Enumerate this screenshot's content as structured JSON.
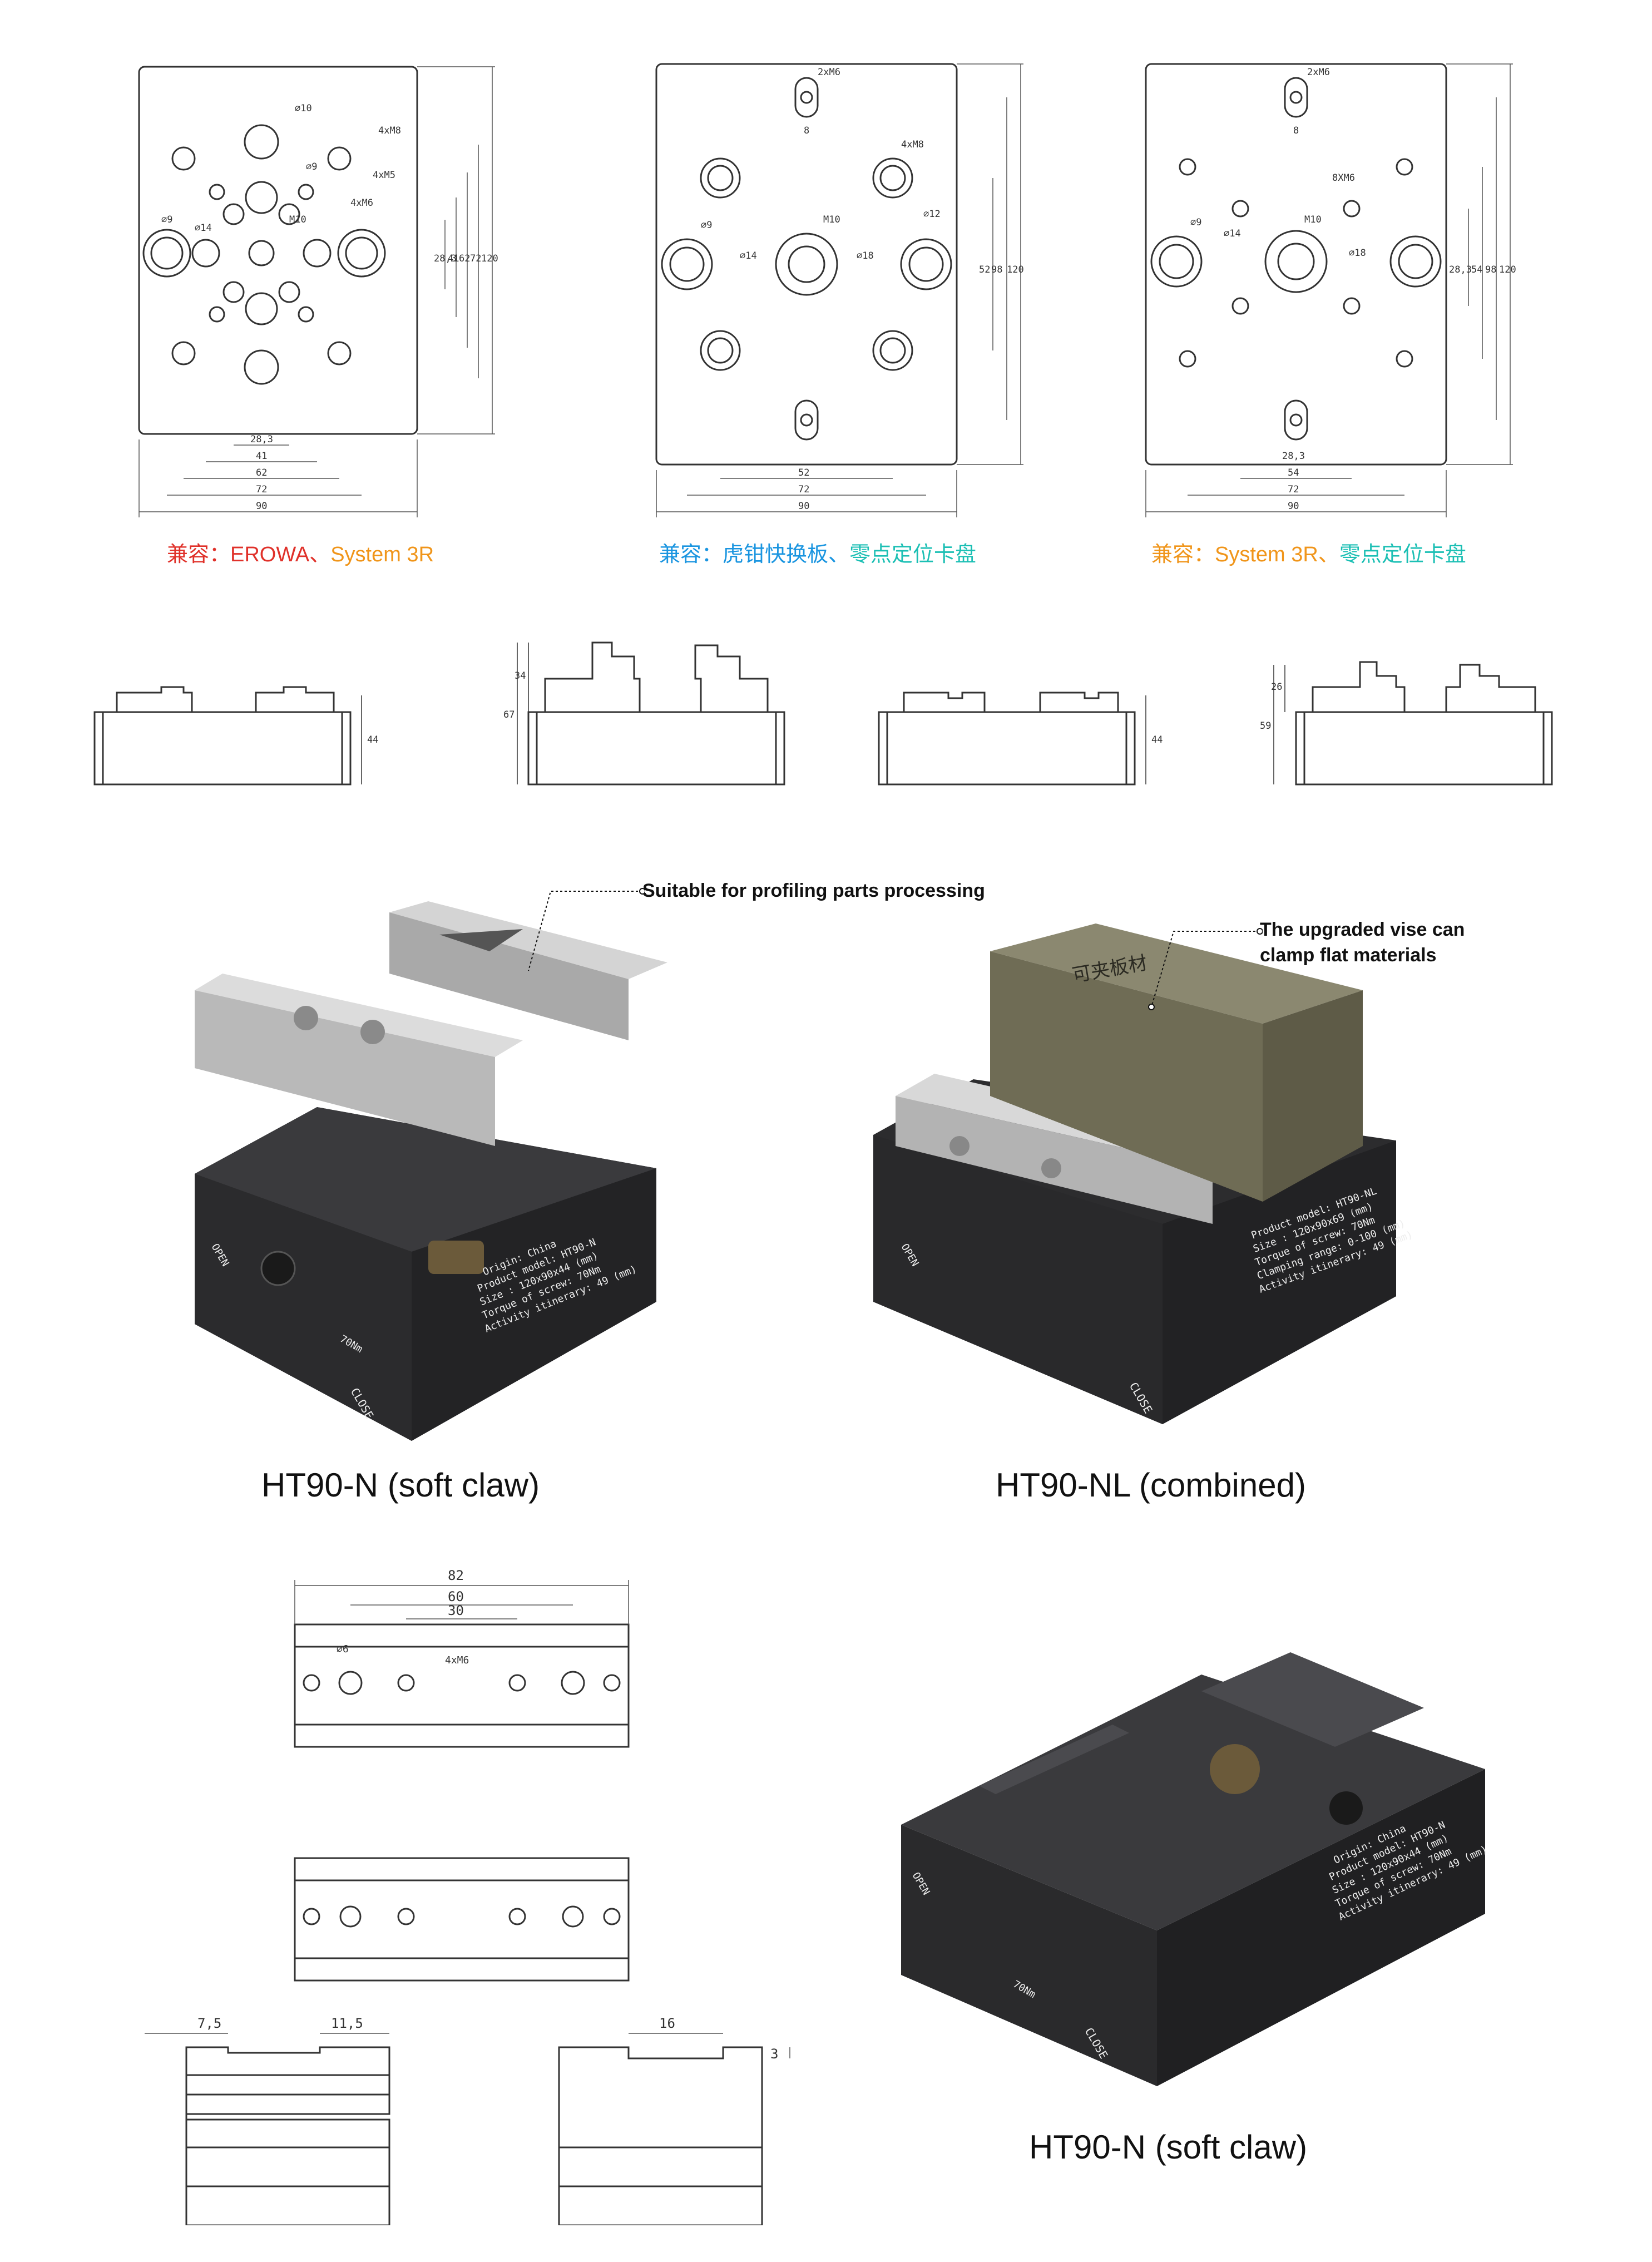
{
  "drawings": {
    "plate1": {
      "dims": [
        "⌀10",
        "4xM8",
        "⌀9",
        "4xM5",
        "4xM6",
        "⌀9",
        "⌀14",
        "M10",
        "28,3",
        "41",
        "62",
        "72",
        "120",
        "28,3",
        "41",
        "62",
        "72",
        "90"
      ]
    },
    "plate2": {
      "dims": [
        "2xM6",
        "8",
        "4xM8",
        "⌀12",
        "⌀9",
        "M10",
        "⌀14",
        "⌀18",
        "52",
        "98",
        "120",
        "52",
        "72",
        "90"
      ]
    },
    "plate3": {
      "dims": [
        "2xM6",
        "8",
        "8XM6",
        "⌀9",
        "M10",
        "⌀14",
        "⌀18",
        "28,3",
        "54",
        "98",
        "120",
        "28,3",
        "54",
        "72",
        "90"
      ]
    },
    "side_views": [
      "44",
      "67",
      "34",
      "44",
      "59",
      "26"
    ],
    "jaw_top_dims": [
      "82",
      "60",
      "30",
      "⌀6",
      "4xM6"
    ],
    "jaw_section_dims": [
      "7,5",
      "11,5",
      "16",
      "3"
    ]
  },
  "compat": {
    "c1": {
      "prefix": "兼容：",
      "a": "EROWA",
      "sep": "、",
      "b": "System 3R"
    },
    "c2": {
      "prefix": "兼容：",
      "a": "虎钳快换板",
      "sep": "、",
      "b": "零点定位卡盘"
    },
    "c3": {
      "prefix": "兼容：",
      "a": "System 3R",
      "sep": "、",
      "b": "零点定位卡盘"
    }
  },
  "callouts": {
    "profiling": "Suitable for profiling parts processing",
    "upgraded_line1": "The upgraded vise can",
    "upgraded_line2": "clamp flat materials"
  },
  "captions": {
    "left": "HT90-N (soft claw)",
    "right": "HT90-NL (combined)",
    "bottom": "HT90-N (soft claw)"
  },
  "product_labels": {
    "n_origin": "Origin: China",
    "n_model": "Product model:  HT90-N",
    "n_size": "Size :  120x90x44  (mm)",
    "n_torque": "Torque of screw: 70Nm",
    "n_travel": "Activity itinerary:  49  (mm)",
    "nl_model": "Product model:  HT90-NL",
    "nl_size": "Size :  120x90x69  (mm)",
    "nl_torque": "Torque of screw: 70Nm",
    "nl_clamp": "Clamping range: 0-100  (mm)",
    "nl_travel": "Activity itinerary:  49  (mm)",
    "open": "OPEN",
    "close": "CLOSE",
    "torque": "70Nm",
    "jaw_mark": "可夹板材"
  },
  "colors": {
    "red": "#e0312a",
    "orange": "#f0951a",
    "blue": "#1a95e0",
    "cyan": "#1bbfb4",
    "body": "#2b2b2d",
    "steel": "#c9c9c9",
    "olive": "#7d7a62"
  }
}
